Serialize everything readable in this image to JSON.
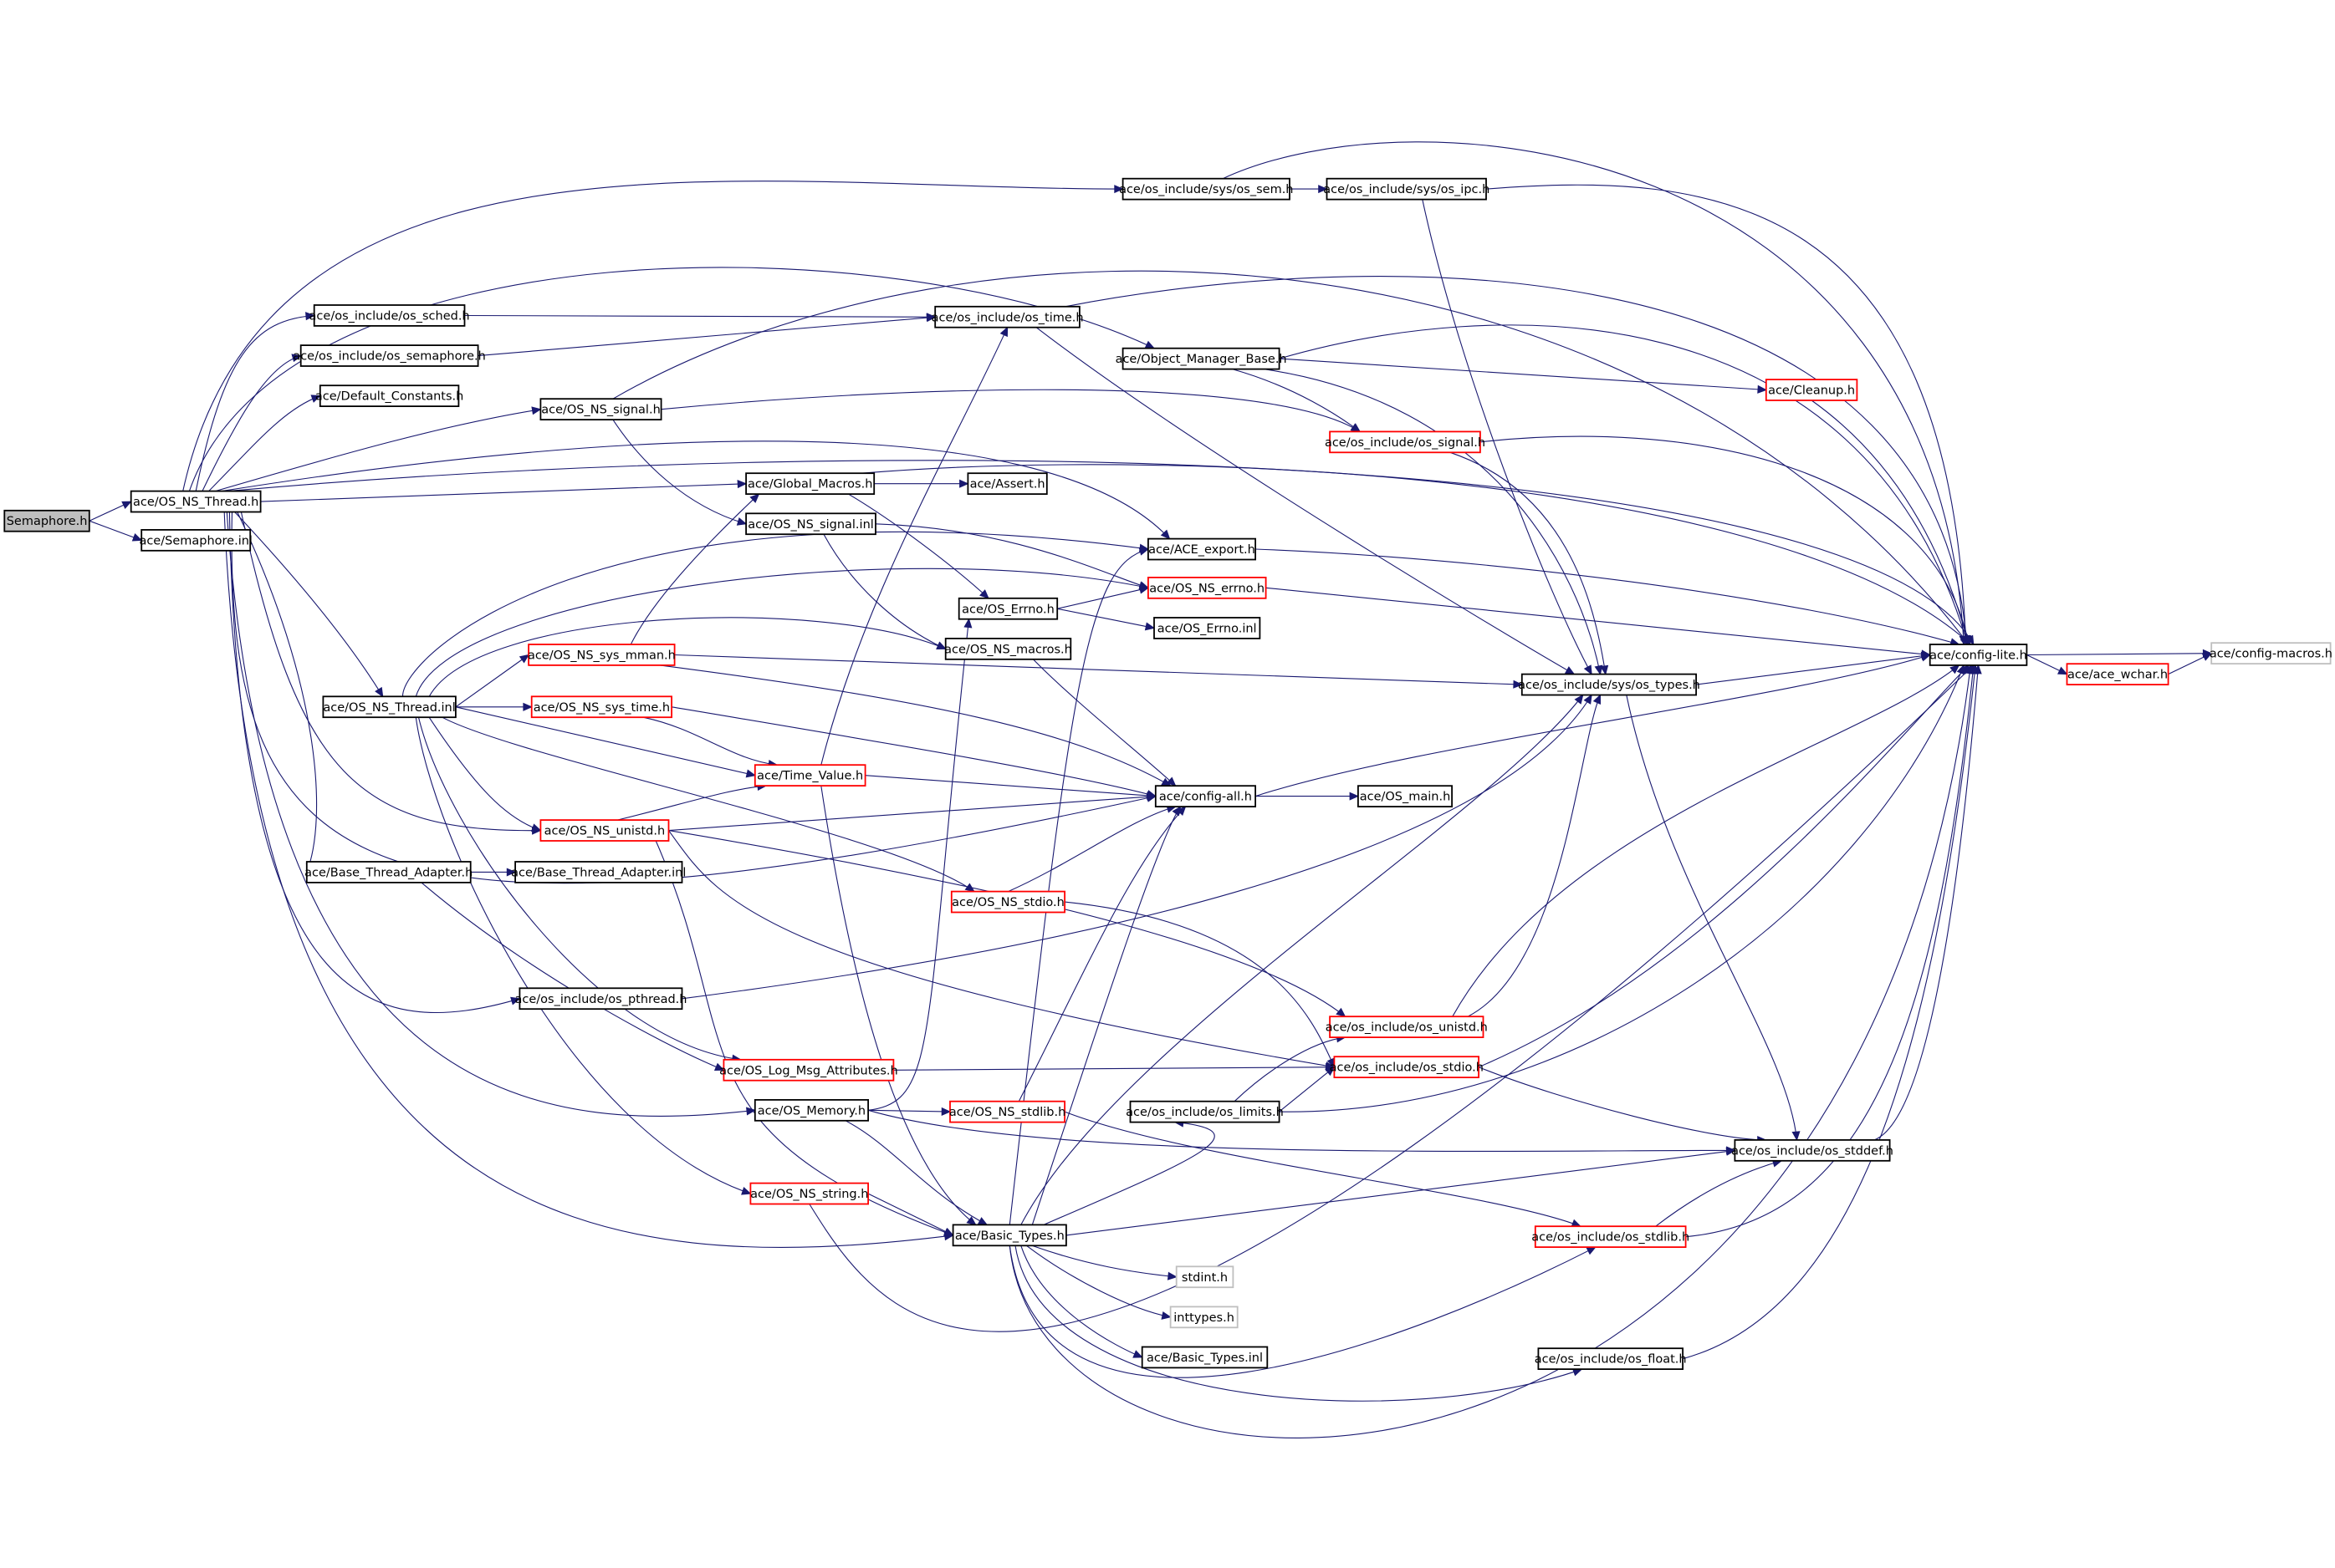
{
  "colors": {
    "edge": "#191970",
    "node_border": "#000000",
    "node_border_truncated": "#ff0000",
    "node_border_external": "#bfbfbf",
    "root_fill": "#bfbfbf",
    "node_fill": "#ffffff"
  },
  "nodes": [
    {
      "id": "n_semaphore_h",
      "label": "Semaphore.h",
      "style": "root"
    },
    {
      "id": "n_semaphore_inl",
      "label": "ace/Semaphore.inl",
      "style": "normal"
    },
    {
      "id": "n_os_ns_thread_h",
      "label": "ace/OS_NS_Thread.h",
      "style": "normal"
    },
    {
      "id": "n_os_sched",
      "label": "ace/os_include/os_sched.h",
      "style": "normal"
    },
    {
      "id": "n_os_semaphore",
      "label": "ace/os_include/os_semaphore.h",
      "style": "normal"
    },
    {
      "id": "n_default_constants",
      "label": "ace/Default_Constants.h",
      "style": "normal"
    },
    {
      "id": "n_os_ns_signal_h",
      "label": "ace/OS_NS_signal.h",
      "style": "normal"
    },
    {
      "id": "n_global_macros",
      "label": "ace/Global_Macros.h",
      "style": "normal"
    },
    {
      "id": "n_os_ns_signal_inl",
      "label": "ace/OS_NS_signal.inl",
      "style": "normal"
    },
    {
      "id": "n_assert",
      "label": "ace/Assert.h",
      "style": "normal"
    },
    {
      "id": "n_sys_os_sem",
      "label": "ace/os_include/sys/os_sem.h",
      "style": "normal"
    },
    {
      "id": "n_sys_os_ipc",
      "label": "ace/os_include/sys/os_ipc.h",
      "style": "normal"
    },
    {
      "id": "n_os_time",
      "label": "ace/os_include/os_time.h",
      "style": "normal"
    },
    {
      "id": "n_object_manager_base",
      "label": "ace/Object_Manager_Base.h",
      "style": "normal"
    },
    {
      "id": "n_cleanup",
      "label": "ace/Cleanup.h",
      "style": "truncated"
    },
    {
      "id": "n_os_signal",
      "label": "ace/os_include/os_signal.h",
      "style": "truncated"
    },
    {
      "id": "n_ace_export",
      "label": "ace/ACE_export.h",
      "style": "normal"
    },
    {
      "id": "n_os_ns_errno",
      "label": "ace/OS_NS_errno.h",
      "style": "truncated"
    },
    {
      "id": "n_os_errno_h",
      "label": "ace/OS_Errno.h",
      "style": "normal"
    },
    {
      "id": "n_os_errno_inl",
      "label": "ace/OS_Errno.inl",
      "style": "normal"
    },
    {
      "id": "n_os_ns_macros",
      "label": "ace/OS_NS_macros.h",
      "style": "normal"
    },
    {
      "id": "n_os_ns_sys_mman",
      "label": "ace/OS_NS_sys_mman.h",
      "style": "truncated"
    },
    {
      "id": "n_os_ns_thread_inl",
      "label": "ace/OS_NS_Thread.inl",
      "style": "normal"
    },
    {
      "id": "n_os_ns_sys_time",
      "label": "ace/OS_NS_sys_time.h",
      "style": "truncated"
    },
    {
      "id": "n_time_value",
      "label": "ace/Time_Value.h",
      "style": "truncated"
    },
    {
      "id": "n_config_all",
      "label": "ace/config-all.h",
      "style": "normal"
    },
    {
      "id": "n_os_main",
      "label": "ace/OS_main.h",
      "style": "normal"
    },
    {
      "id": "n_os_ns_unistd",
      "label": "ace/OS_NS_unistd.h",
      "style": "truncated"
    },
    {
      "id": "n_base_thread_adapter_h",
      "label": "ace/Base_Thread_Adapter.h",
      "style": "normal"
    },
    {
      "id": "n_base_thread_adapter_inl",
      "label": "ace/Base_Thread_Adapter.inl",
      "style": "normal"
    },
    {
      "id": "n_os_ns_stdio",
      "label": "ace/OS_NS_stdio.h",
      "style": "truncated"
    },
    {
      "id": "n_os_pthread",
      "label": "ace/os_include/os_pthread.h",
      "style": "normal"
    },
    {
      "id": "n_os_unistd",
      "label": "ace/os_include/os_unistd.h",
      "style": "truncated"
    },
    {
      "id": "n_os_log_msg_attr",
      "label": "ace/OS_Log_Msg_Attributes.h",
      "style": "truncated"
    },
    {
      "id": "n_os_stdio",
      "label": "ace/os_include/os_stdio.h",
      "style": "truncated"
    },
    {
      "id": "n_os_memory",
      "label": "ace/OS_Memory.h",
      "style": "normal"
    },
    {
      "id": "n_os_ns_stdlib",
      "label": "ace/OS_NS_stdlib.h",
      "style": "truncated"
    },
    {
      "id": "n_os_limits",
      "label": "ace/os_include/os_limits.h",
      "style": "normal"
    },
    {
      "id": "n_os_stddef",
      "label": "ace/os_include/os_stddef.h",
      "style": "normal"
    },
    {
      "id": "n_os_ns_string",
      "label": "ace/OS_NS_string.h",
      "style": "truncated"
    },
    {
      "id": "n_basic_types_h",
      "label": "ace/Basic_Types.h",
      "style": "normal"
    },
    {
      "id": "n_os_stdlib",
      "label": "ace/os_include/os_stdlib.h",
      "style": "truncated"
    },
    {
      "id": "n_stdint",
      "label": "stdint.h",
      "style": "external"
    },
    {
      "id": "n_inttypes",
      "label": "inttypes.h",
      "style": "external"
    },
    {
      "id": "n_basic_types_inl",
      "label": "ace/Basic_Types.inl",
      "style": "normal"
    },
    {
      "id": "n_os_float",
      "label": "ace/os_include/os_float.h",
      "style": "normal"
    },
    {
      "id": "n_sys_os_types",
      "label": "ace/os_include/sys/os_types.h",
      "style": "normal"
    },
    {
      "id": "n_config_lite",
      "label": "ace/config-lite.h",
      "style": "normal"
    },
    {
      "id": "n_ace_wchar",
      "label": "ace/ace_wchar.h",
      "style": "truncated"
    },
    {
      "id": "n_config_macros",
      "label": "ace/config-macros.h",
      "style": "external"
    }
  ]
}
